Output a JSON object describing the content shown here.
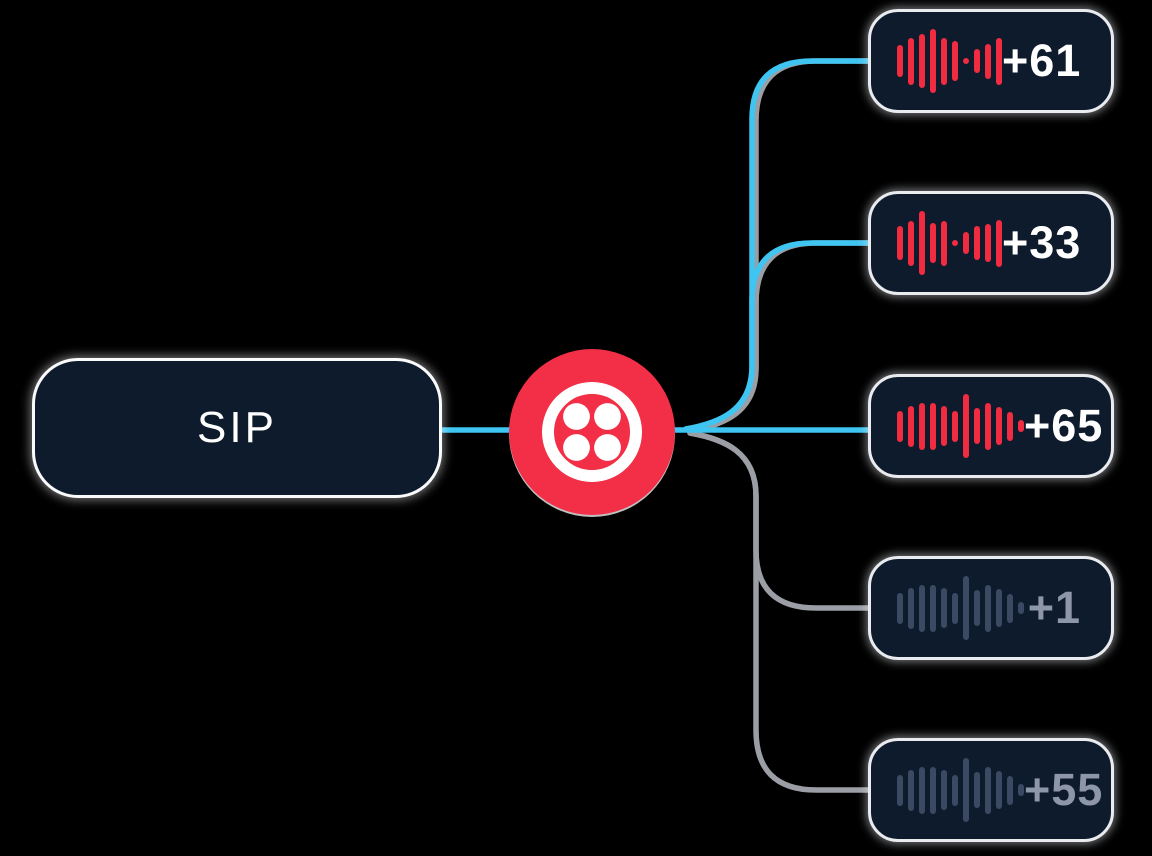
{
  "diagram": {
    "source": {
      "label": "SIP"
    },
    "hub": {
      "name": "Twilio",
      "icon": "twilio-logo-icon"
    },
    "destinations": [
      {
        "code": "+61",
        "active": true,
        "waveform_heights": [
          0.5,
          0.74,
          0.84,
          1.0,
          0.74,
          0.63,
          0.1,
          0.38,
          0.55,
          0.74
        ]
      },
      {
        "code": "+33",
        "active": true,
        "waveform_heights": [
          0.53,
          0.71,
          1.0,
          0.63,
          0.71,
          0.1,
          0.34,
          0.53,
          0.6,
          0.74
        ]
      },
      {
        "code": "+65",
        "active": true,
        "waveform_heights": [
          0.48,
          0.64,
          0.73,
          0.73,
          0.62,
          0.48,
          1.0,
          0.56,
          0.73,
          0.59,
          0.45,
          0.19
        ]
      },
      {
        "code": "+1",
        "active": false,
        "waveform_heights": [
          0.48,
          0.64,
          0.73,
          0.73,
          0.62,
          0.48,
          1.0,
          0.56,
          0.73,
          0.59,
          0.45,
          0.19
        ]
      },
      {
        "code": "+55",
        "active": false,
        "waveform_heights": [
          0.48,
          0.64,
          0.73,
          0.73,
          0.62,
          0.48,
          1.0,
          0.56,
          0.73,
          0.59,
          0.45,
          0.19
        ]
      }
    ]
  },
  "colors": {
    "background": "#000000",
    "node_fill": "#0d1b2c",
    "node_border": "#e9ebef",
    "brand_red": "#f22f46",
    "line_active": "#3ec5f1",
    "line_inactive": "#9c9ea6",
    "waveform_active": "#f12b40",
    "waveform_inactive": "#3c4962",
    "text_active": "#ffffff",
    "text_inactive": "#8e97a9"
  }
}
